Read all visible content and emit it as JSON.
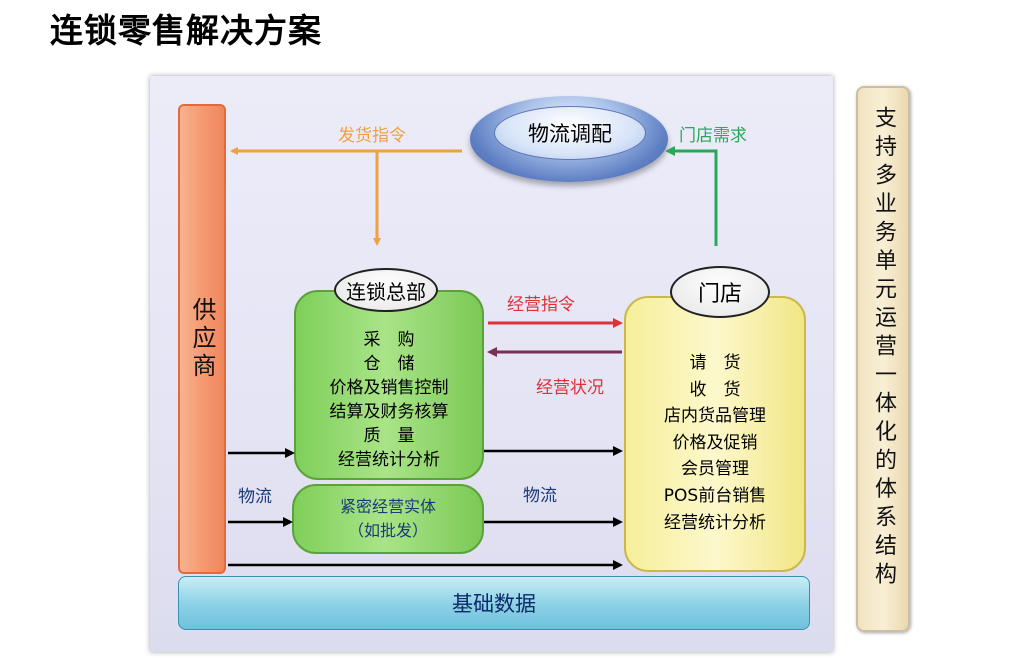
{
  "title": "连锁零售解决方案",
  "supplier": "供应商",
  "logistics_center": "物流调配",
  "hq": {
    "label": "连锁总部",
    "functions": [
      "采　购",
      "仓　储",
      "价格及销售控制",
      "结算及财务核算",
      "质　量",
      "经营统计分析"
    ]
  },
  "entity": {
    "line1": "紧密经营实体",
    "line2": "（如批发）"
  },
  "store": {
    "label": "门店",
    "functions": [
      "请　货",
      "收　货",
      "店内货品管理",
      "价格及促销",
      "会员管理",
      "POS前台销售",
      "经营统计分析"
    ]
  },
  "base_data": "基础数据",
  "flows": {
    "shipping_order": "发货指令",
    "store_demand": "门店需求",
    "operating_order": "经营指令",
    "operating_status": "经营状况",
    "logistics_left": "物流",
    "logistics_mid": "物流"
  },
  "sidebar_text": "支持多业务单元运营一体化的体系结构",
  "colors": {
    "orange_arrow": "#f0a040",
    "green_arrow": "#2aa85a",
    "red_arrow": "#e0303a",
    "purple_arrow": "#7a2e5a",
    "black_arrow": "#000000"
  }
}
